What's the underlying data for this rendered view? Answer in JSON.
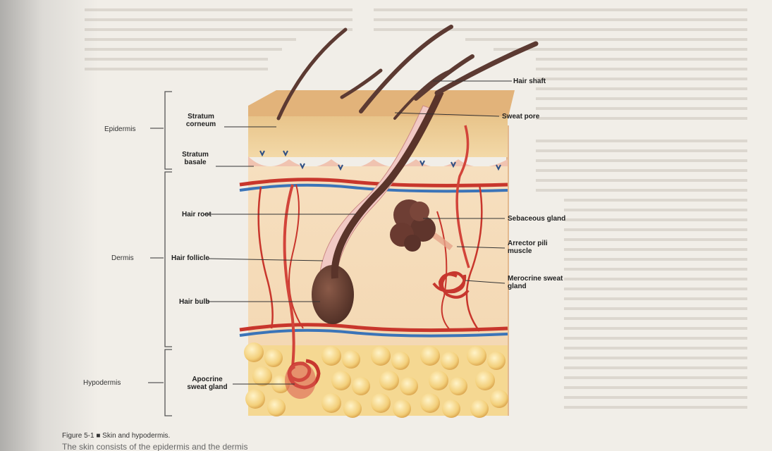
{
  "figure": {
    "labels": {
      "epidermis": "Epidermis",
      "dermis": "Dermis",
      "hypodermis": "Hypodermis",
      "stratum_corneum": "Stratum corneum",
      "stratum_basale": "Stratum basale",
      "hair_shaft": "Hair shaft",
      "sweat_pore": "Sweat pore",
      "hair_root": "Hair root",
      "hair_follicle": "Hair follicle",
      "hair_bulb": "Hair bulb",
      "sebaceous_gland": "Sebaceous gland",
      "arrector_pili_muscle": "Arrector pili muscle",
      "merocrine_sweat_gland": "Merocrine sweat gland",
      "apocrine_sweat_gland": "Apocrine sweat gland"
    },
    "caption": {
      "title": "Figure 5-1 ■ Skin and hypodermis.",
      "text": "The skin consists of the epidermis and the dermis"
    }
  }
}
